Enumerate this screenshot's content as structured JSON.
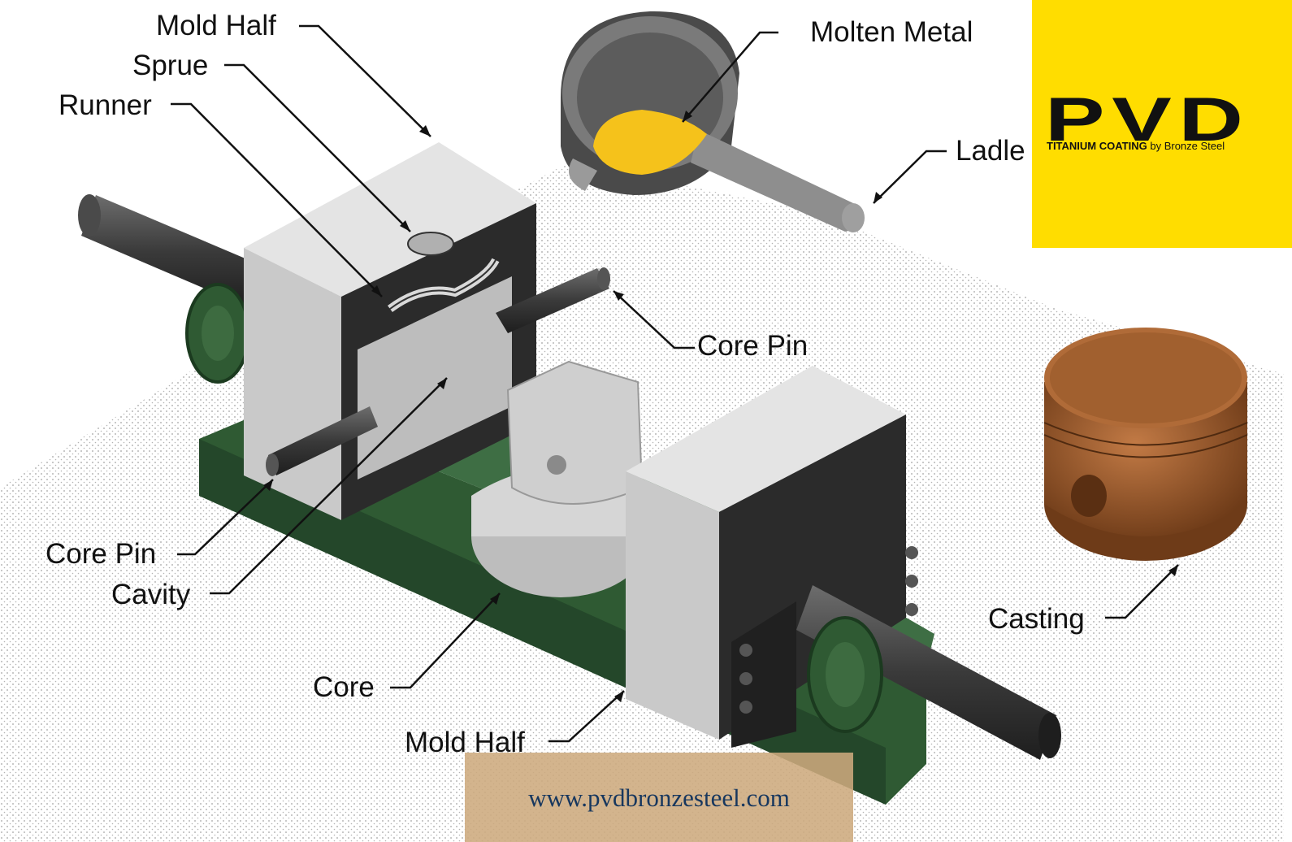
{
  "labels": {
    "mold_half_top": "Mold Half",
    "sprue": "Sprue",
    "runner": "Runner",
    "molten_metal": "Molten Metal",
    "ladle": "Ladle",
    "core_pin_right": "Core Pin",
    "core_pin_left": "Core Pin",
    "cavity": "Cavity",
    "core": "Core",
    "mold_half_bottom": "Mold Half",
    "casting": "Casting"
  },
  "logo": {
    "wordmark": "PVD",
    "tagline_bold": "TITANIUM COATING",
    "tagline_rest": " by Bronze Steel"
  },
  "footer": {
    "url": "www.pvdbronzesteel.com"
  },
  "colors": {
    "logo_background": "#ffdd00",
    "base_plate": "#2f5a33",
    "mold_block": "#d0d0d0",
    "molten_metal": "#f5c21b",
    "casting": "#9a5a2c"
  }
}
